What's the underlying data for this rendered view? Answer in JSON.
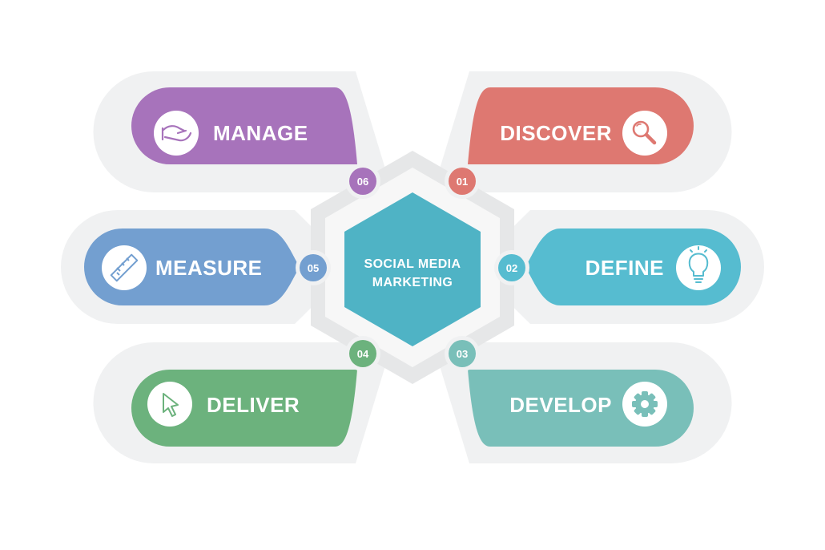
{
  "center": {
    "line1": "SOCIAL MEDIA",
    "line2": "MARKETING",
    "color": "#4fb3c5"
  },
  "steps": [
    {
      "id": "discover",
      "number": "01",
      "label": "DISCOVER",
      "icon": "magnifier-icon",
      "color": "#de7871"
    },
    {
      "id": "define",
      "number": "02",
      "label": "DEFINE",
      "icon": "lightbulb-icon",
      "color": "#56bcd0"
    },
    {
      "id": "develop",
      "number": "03",
      "label": "DEVELOP",
      "icon": "gear-icon",
      "color": "#79bfb9"
    },
    {
      "id": "deliver",
      "number": "04",
      "label": "DELIVER",
      "icon": "cursor-icon",
      "color": "#6cb27d"
    },
    {
      "id": "measure",
      "number": "05",
      "label": "MEASURE",
      "icon": "ruler-icon",
      "color": "#739fd0"
    },
    {
      "id": "manage",
      "number": "06",
      "label": "MANAGE",
      "icon": "hand-icon",
      "color": "#a773bb"
    }
  ]
}
